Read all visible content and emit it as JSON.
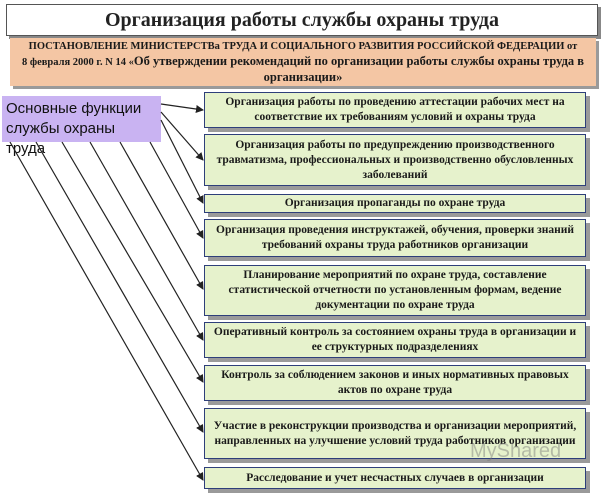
{
  "title": "Организация работы службы охраны труда",
  "decree": {
    "line1": "ПОСТАНОВЛЕНИЕ МИНИСТЕРСТВа ТРУДА И СОЦИАЛЬНОГО РАЗВИТИЯ РОССИЙСКОЙ ФЕДЕРАЦИИ от",
    "line2_prefix": "8 февраля 2000 г. N 14 «",
    "line2_big": "Об утверждении рекомендаций по организации работы службы охраны труда в",
    "line3": "организации»"
  },
  "functions_label": "Основные функции службы охраны труда",
  "functions": [
    "Организация работы по проведению аттестации рабочих мест на соответствие их требованиям условий и охраны труда",
    "Организация работы по предупреждению производственного травматизма, профессиональных и производственно обусловленных заболеваний",
    "Организация пропаганды по охране труда",
    "Организация проведения инструктажей, обучения, проверки знаний требований охраны труда работников организации",
    "Планирование мероприятий по охране труда, составление статистической отчетности по установленным формам, ведение документации по охране труда",
    "Оперативный контроль за состоянием охраны труда в организации и ее структурных подразделениях",
    "Контроль за соблюдением законов и иных нормативных правовых актов по охране труда",
    "Участие в реконструкции производства и организации мероприятий, направленных на улучшение условий труда работников организации",
    "Расследование и учет несчастных случаев в организации"
  ],
  "watermark": "MyShared"
}
